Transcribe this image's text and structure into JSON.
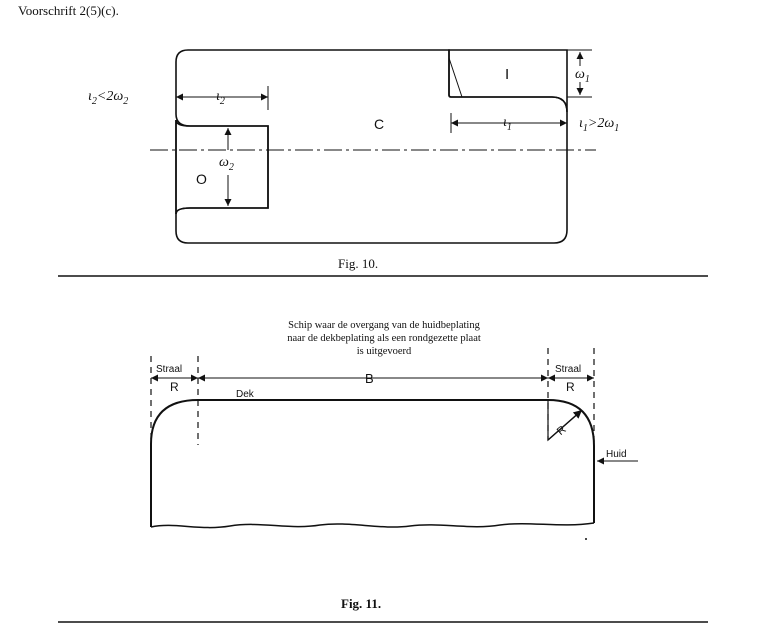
{
  "header": {
    "text": "Voorschrift 2(5)(c)."
  },
  "fig10": {
    "caption": "Fig. 10.",
    "labels": {
      "region_c": "C",
      "region_i": "I",
      "region_o": "O",
      "l2_cond_base": "ι",
      "l2_cond_sub": "2",
      "l2_cond_rel": "<2ω",
      "l2_cond_sub2": "2",
      "l2_base": "ι",
      "l2_sub": "2",
      "w2_base": "ω",
      "w2_sub": "2",
      "w1_base": "ω",
      "w1_sub": "1",
      "l1_base": "ι",
      "l1_sub": "1",
      "l1_cond_base": "ι",
      "l1_cond_sub": "1",
      "l1_cond_rel": ">2ω",
      "l1_cond_sub2": "1"
    }
  },
  "fig11": {
    "caption": "Fig. 11.",
    "description_lines": [
      "Schip waar de overgang van de huidbeplating",
      "naar de dekbeplating als een rondgezette plaat",
      "is uitgevoerd"
    ],
    "labels": {
      "straal_left": "Straal",
      "straal_right": "Straal",
      "r_left": "R",
      "r_right": "R",
      "r_diag": "R",
      "b": "B",
      "dek": "Dek",
      "huid": "Huid"
    }
  }
}
